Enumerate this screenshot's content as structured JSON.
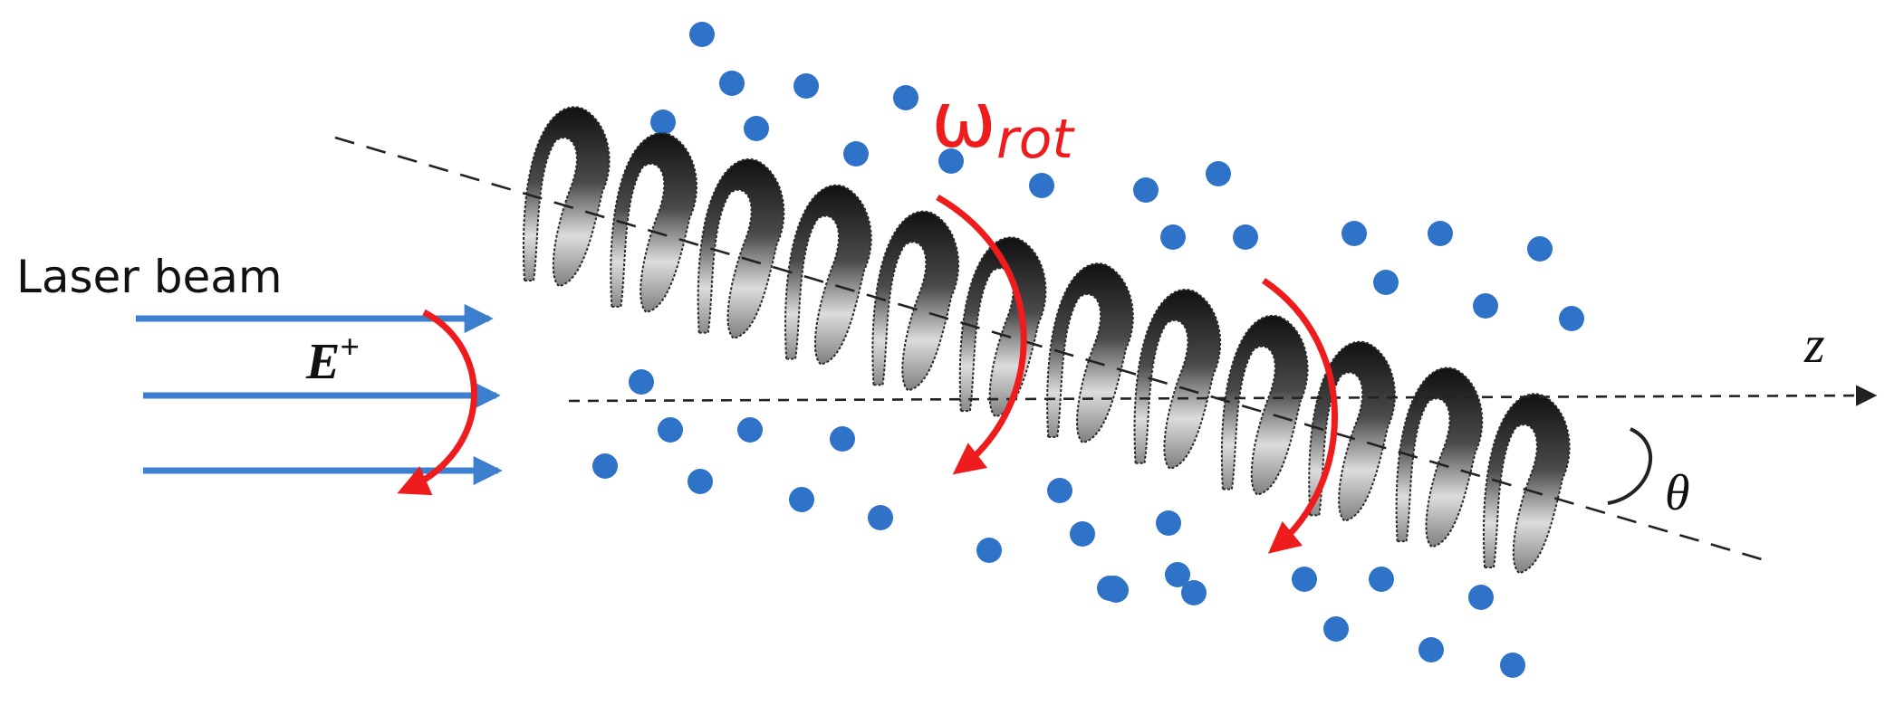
{
  "labels": {
    "laser_beam": "Laser beam",
    "field_symbol": "E",
    "field_superscript": "+",
    "omega_symbol": "ω",
    "omega_subscript": "rot",
    "z_axis": "z",
    "angle": "θ"
  },
  "colors": {
    "beam": "#3d7fcf",
    "rotation": "#ee1c1c",
    "particle": "#2f73c8",
    "helix_dark": "#151515",
    "helix_light": "#e2e2e2",
    "axis": "#222222",
    "text": "#111111"
  },
  "icons": {
    "incident_arrows": "right-arrow",
    "particles": "circle",
    "polarization_marker": "curved-arrow",
    "spin_markers": "curved-arrow"
  }
}
